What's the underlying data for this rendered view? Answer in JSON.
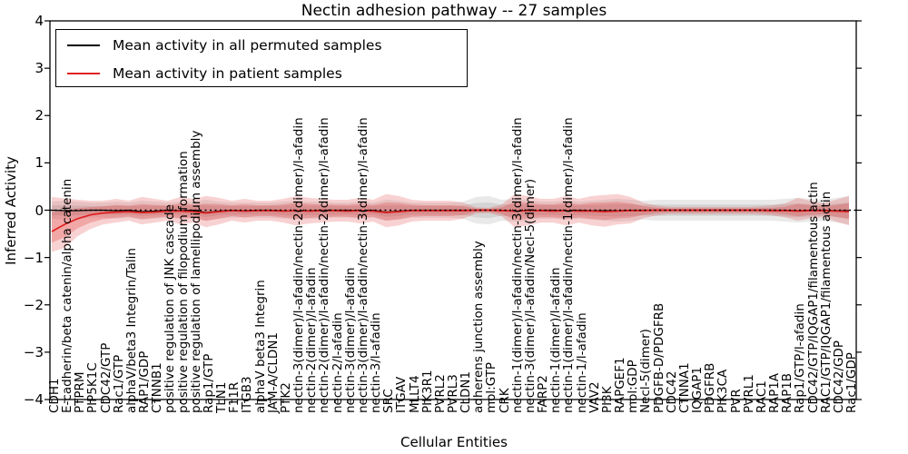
{
  "title": "Nectin adhesion pathway -- 27 samples",
  "legend": {
    "items": [
      {
        "label": "Mean activity in all permuted samples",
        "color": "#000000"
      },
      {
        "label": "Mean activity in patient samples",
        "color": "#e02020"
      }
    ]
  },
  "axes": {
    "xlabel": "Cellular Entities",
    "ylabel": "Inferred Activity",
    "yticks": [
      "−4",
      "−3",
      "−2",
      "−1",
      "0",
      "1",
      "2",
      "3",
      "4"
    ],
    "ytick_values": [
      -4,
      -3,
      -2,
      -1,
      0,
      1,
      2,
      3,
      4
    ]
  },
  "chart_data": {
    "type": "line",
    "title": "Nectin adhesion pathway -- 27 samples",
    "xlabel": "Cellular Entities",
    "ylabel": "Inferred Activity",
    "ylim": [
      -4,
      4
    ],
    "grid": false,
    "legend_position": "upper left",
    "zero_line_style": "dotted",
    "categories": [
      "CDH1",
      "E-cadherin/beta catenin/alpha catenin",
      "PTPRM",
      "PIP5K1C",
      "CDC42/GTP",
      "Rac1/GTP",
      "alphaV/beta3 Integrin/Talin",
      "RAP1/GDP",
      "CTNNB1",
      "positive regulation of JNK cascade",
      "positive regulation of filopodium formation",
      "positive regulation of lamellipodium assembly",
      "Rap1/GTP",
      "TLN1",
      "F11R",
      "ITGB3",
      "alphaV beta3 Integrin",
      "JAM-A/CLDN1",
      "PTK2",
      "nectin-3(dimer)/l-afadin/nectin-2(dimer)/l-afadin",
      "nectin-2(dimer)/l-afadin",
      "nectin-2(dimer)/l-afadin/nectin-2(dimer)/l-afadin",
      "nectin-2/l-afadin",
      "nectin-3(dimer)/l-afadin",
      "nectin-3(dimer)/l-afadin/nectin-3(dimer)/l-afadin",
      "nectin-3/l-afadin",
      "SRC",
      "ITGAV",
      "MLLT4",
      "PIK3R1",
      "PVRL2",
      "PVRL3",
      "CLDN1",
      "adherens junction assembly",
      "mol:GTP",
      "CRK",
      "nectin-1(dimer)/l-afadin/nectin-3(dimer)/l-afadin",
      "nectin-3(dimer)/l-afadin/Necl-5(dimer)",
      "FARP2",
      "nectin-1(dimer)/l-afadin",
      "nectin-1(dimer)/l-afadin/nectin-1(dimer)/l-afadin",
      "nectin-1/l-afadin",
      "VAV2",
      "PI3K",
      "RAPGEF1",
      "mol:GDP",
      "Necl-5(dimer)",
      "PDGFB-D/PDGFRB",
      "CDC42",
      "CTNNA1",
      "IQGAP1",
      "PDGFRB",
      "PIK3CA",
      "PVR",
      "PVRL1",
      "RAC1",
      "RAP1A",
      "RAP1B",
      "Rap1/GTP/l-afadin",
      "CDC42/GTP/IQGAP1/filamentous actin",
      "RAC1/GTP/IQGAP1/filamentous actin",
      "CDC42/GDP",
      "Rac1/GDP"
    ],
    "series": [
      {
        "name": "Mean activity in all permuted samples",
        "color": "#000000",
        "values": [
          0.0,
          -0.01,
          -0.01,
          0.0,
          0.0,
          -0.01,
          0.0,
          -0.03,
          -0.02,
          0.0,
          -0.01,
          0.0,
          -0.05,
          -0.02,
          0.0,
          -0.01,
          0.0,
          0.0,
          -0.01,
          -0.02,
          -0.01,
          0.0,
          0.0,
          0.0,
          -0.01,
          0.0,
          -0.04,
          -0.02,
          0.0,
          0.0,
          0.0,
          0.0,
          0.0,
          0.0,
          0.0,
          0.0,
          -0.02,
          -0.01,
          0.0,
          0.0,
          -0.01,
          0.0,
          -0.01,
          -0.01,
          -0.01,
          0.0,
          0.0,
          0.0,
          0.0,
          0.0,
          0.0,
          0.0,
          0.0,
          0.0,
          0.0,
          0.0,
          0.0,
          0.0,
          -0.01,
          0.0,
          0.0,
          -0.01,
          -0.01
        ]
      },
      {
        "name": "Mean activity in patient samples",
        "color": "#e02020",
        "values": [
          -0.45,
          -0.3,
          -0.18,
          -0.1,
          -0.06,
          -0.04,
          -0.03,
          -0.05,
          -0.04,
          -0.02,
          -0.02,
          -0.03,
          -0.06,
          -0.03,
          -0.01,
          -0.02,
          -0.01,
          -0.01,
          -0.02,
          -0.01,
          -0.02,
          -0.01,
          -0.01,
          -0.02,
          -0.01,
          -0.02,
          -0.05,
          -0.03,
          -0.01,
          -0.01,
          -0.01,
          -0.01,
          -0.01,
          0.0,
          0.0,
          -0.01,
          -0.02,
          -0.01,
          -0.01,
          -0.02,
          -0.01,
          -0.02,
          -0.02,
          -0.03,
          -0.02,
          -0.01,
          -0.01,
          0.0,
          0.0,
          0.0,
          0.0,
          0.0,
          0.0,
          0.0,
          0.0,
          0.0,
          -0.01,
          -0.01,
          -0.02,
          -0.01,
          -0.01,
          -0.02,
          -0.03
        ]
      }
    ],
    "bands": [
      {
        "name": "permuted samples spread",
        "color": "#999999",
        "upper": [
          0.18,
          0.2,
          0.18,
          0.16,
          0.16,
          0.18,
          0.16,
          0.2,
          0.18,
          0.16,
          0.18,
          0.18,
          0.22,
          0.18,
          0.16,
          0.16,
          0.16,
          0.16,
          0.18,
          0.2,
          0.18,
          0.18,
          0.16,
          0.16,
          0.18,
          0.16,
          0.22,
          0.2,
          0.16,
          0.16,
          0.16,
          0.16,
          0.18,
          0.28,
          0.3,
          0.22,
          0.24,
          0.22,
          0.18,
          0.18,
          0.2,
          0.18,
          0.2,
          0.22,
          0.24,
          0.22,
          0.2,
          0.22,
          0.22,
          0.22,
          0.22,
          0.22,
          0.22,
          0.22,
          0.22,
          0.22,
          0.22,
          0.24,
          0.26,
          0.24,
          0.22,
          0.26,
          0.3
        ],
        "lower": [
          -0.18,
          -0.2,
          -0.18,
          -0.16,
          -0.16,
          -0.18,
          -0.16,
          -0.2,
          -0.18,
          -0.16,
          -0.18,
          -0.18,
          -0.22,
          -0.18,
          -0.16,
          -0.16,
          -0.16,
          -0.16,
          -0.18,
          -0.2,
          -0.18,
          -0.18,
          -0.16,
          -0.16,
          -0.18,
          -0.16,
          -0.22,
          -0.2,
          -0.16,
          -0.16,
          -0.16,
          -0.16,
          -0.18,
          -0.28,
          -0.3,
          -0.22,
          -0.24,
          -0.22,
          -0.18,
          -0.18,
          -0.2,
          -0.18,
          -0.2,
          -0.22,
          -0.24,
          -0.22,
          -0.2,
          -0.22,
          -0.22,
          -0.22,
          -0.22,
          -0.22,
          -0.22,
          -0.22,
          -0.22,
          -0.22,
          -0.22,
          -0.24,
          -0.26,
          -0.24,
          -0.22,
          -0.26,
          -0.3
        ]
      },
      {
        "name": "patient samples spread",
        "color": "#e03030",
        "upper": [
          0.28,
          0.25,
          0.22,
          0.2,
          0.2,
          0.24,
          0.2,
          0.28,
          0.24,
          0.2,
          0.28,
          0.24,
          0.3,
          0.26,
          0.2,
          0.24,
          0.2,
          0.2,
          0.24,
          0.3,
          0.26,
          0.24,
          0.22,
          0.22,
          0.26,
          0.22,
          0.34,
          0.3,
          0.22,
          0.2,
          0.2,
          0.2,
          0.16,
          0.06,
          0.05,
          0.12,
          0.34,
          0.3,
          0.24,
          0.24,
          0.3,
          0.24,
          0.3,
          0.32,
          0.34,
          0.28,
          0.16,
          0.1,
          0.07,
          0.07,
          0.07,
          0.07,
          0.07,
          0.07,
          0.07,
          0.08,
          0.1,
          0.14,
          0.26,
          0.2,
          0.15,
          0.22,
          0.3
        ],
        "lower": [
          -0.88,
          -0.8,
          -0.55,
          -0.4,
          -0.3,
          -0.26,
          -0.22,
          -0.3,
          -0.26,
          -0.22,
          -0.3,
          -0.26,
          -0.36,
          -0.3,
          -0.22,
          -0.26,
          -0.22,
          -0.22,
          -0.26,
          -0.32,
          -0.28,
          -0.26,
          -0.24,
          -0.24,
          -0.28,
          -0.24,
          -0.36,
          -0.32,
          -0.24,
          -0.22,
          -0.22,
          -0.22,
          -0.18,
          -0.07,
          -0.06,
          -0.13,
          -0.36,
          -0.32,
          -0.26,
          -0.26,
          -0.32,
          -0.26,
          -0.32,
          -0.35,
          -0.3,
          -0.28,
          -0.17,
          -0.11,
          -0.08,
          -0.08,
          -0.08,
          -0.08,
          -0.08,
          -0.08,
          -0.08,
          -0.09,
          -0.11,
          -0.15,
          -0.22,
          -0.17,
          -0.15,
          -0.24,
          -0.32
        ]
      }
    ]
  }
}
